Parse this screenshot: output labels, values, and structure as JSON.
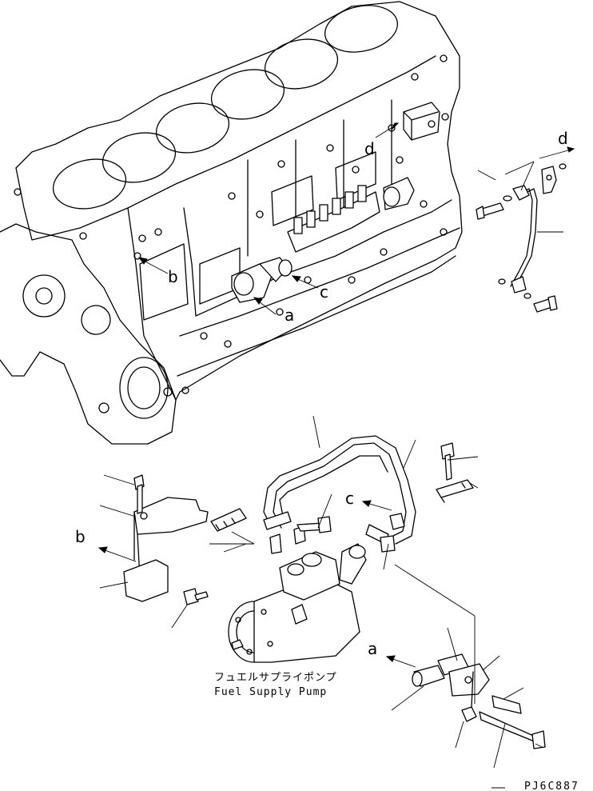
{
  "callouts": {
    "a_block": "a",
    "b_block": "b",
    "c_block": "c",
    "d_block": "d",
    "d_tube": "d",
    "b_bracket": "b",
    "c_pipe": "c",
    "a_spacer": "a"
  },
  "caption": {
    "jp": "フュエルサプライポンプ",
    "en": "Fuel Supply Pump"
  },
  "drawing_code": "PJ6C887"
}
